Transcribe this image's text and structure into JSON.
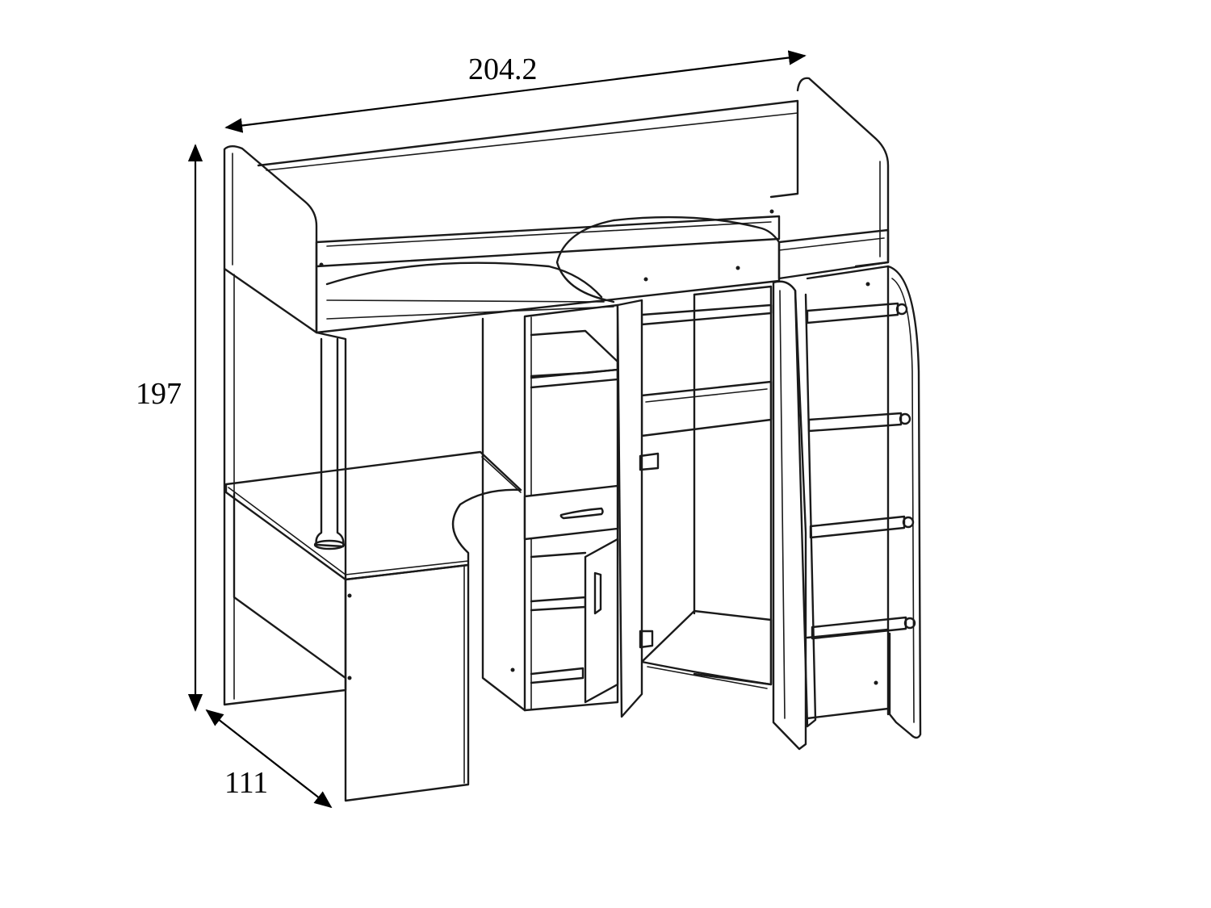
{
  "dimensions": {
    "width": "204.2",
    "height": "197",
    "depth": "111"
  },
  "colors": {
    "ink": "#1a1a1a",
    "background": "#ffffff"
  }
}
